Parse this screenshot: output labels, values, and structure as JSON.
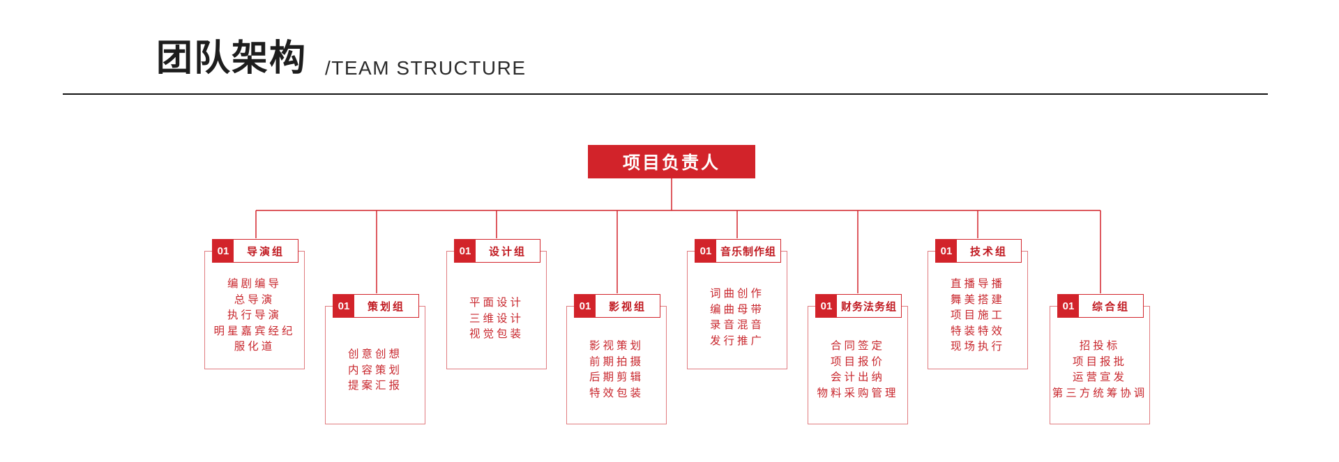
{
  "header": {
    "title": "团队架构",
    "subtitle": "/TEAM STRUCTURE"
  },
  "colors": {
    "accent": "#d2232a",
    "border": "#e07a7e",
    "text_dark": "#1d1d1d"
  },
  "root": {
    "label": "项目负责人"
  },
  "groups": [
    {
      "number": "01",
      "name": "导演组",
      "items": [
        "编剧编导",
        "总导演",
        "执行导演",
        "明星嘉宾经纪",
        "服化道"
      ]
    },
    {
      "number": "01",
      "name": "策划组",
      "items": [
        "创意创想",
        "内容策划",
        "提案汇报"
      ]
    },
    {
      "number": "01",
      "name": "设计组",
      "items": [
        "平面设计",
        "三维设计",
        "视觉包装"
      ]
    },
    {
      "number": "01",
      "name": "影视组",
      "items": [
        "影视策划",
        "前期拍摄",
        "后期剪辑",
        "特效包装"
      ]
    },
    {
      "number": "01",
      "name": "音乐制作组",
      "items": [
        "词曲创作",
        "编曲母带",
        "录音混音",
        "发行推广"
      ]
    },
    {
      "number": "01",
      "name": "财务法务组",
      "items": [
        "合同签定",
        "项目报价",
        "会计出纳",
        "物料采购管理"
      ]
    },
    {
      "number": "01",
      "name": "技术组",
      "items": [
        "直播导播",
        "舞美搭建",
        "项目施工",
        "特装特效",
        "现场执行"
      ]
    },
    {
      "number": "01",
      "name": "综合组",
      "items": [
        "招投标",
        "项目报批",
        "运营宣发",
        "第三方统筹协调"
      ]
    }
  ]
}
